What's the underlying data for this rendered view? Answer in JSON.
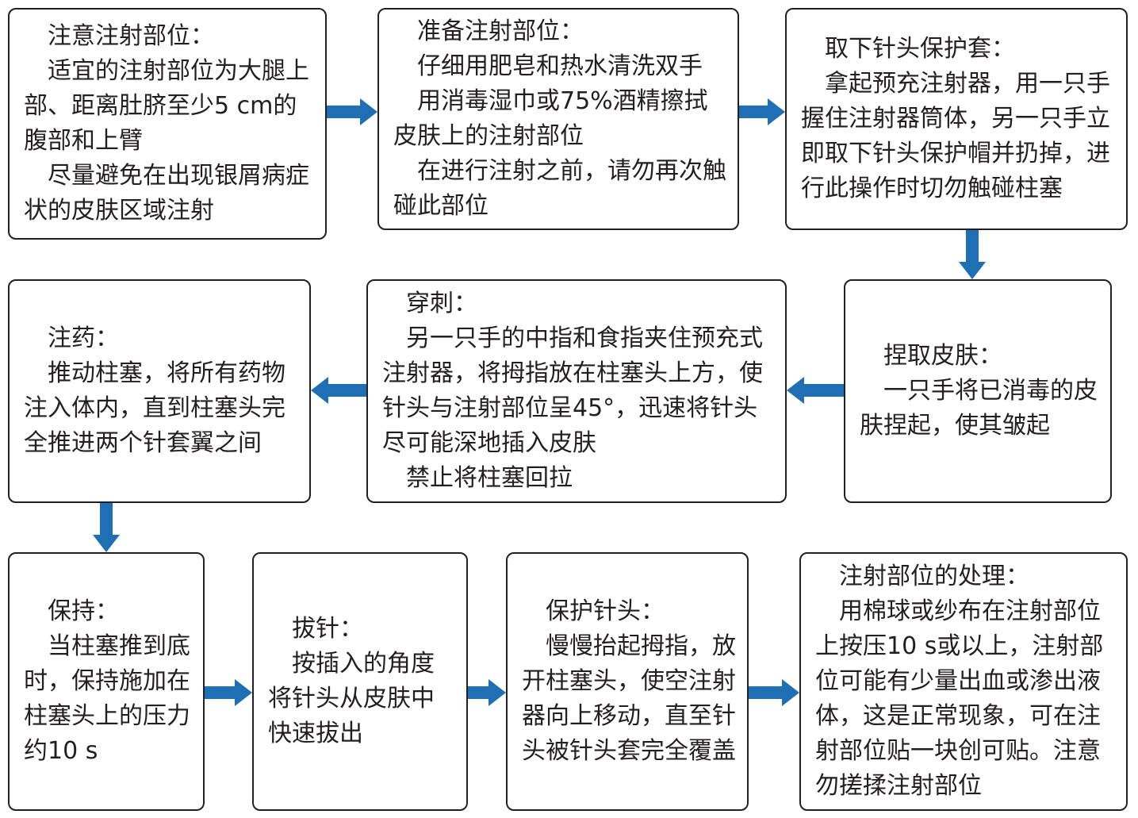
{
  "colors": {
    "arrow": "#1f6fb5",
    "border": "#231f20",
    "text": "#231f20"
  },
  "steps": [
    {
      "title": "注意注射部位：",
      "lines": [
        "适宜的注射部位为大腿上部、距离肚脐至少5 cm的腹部和上臂",
        "尽量避免在出现银屑病症状的皮肤区域注射"
      ]
    },
    {
      "title": "准备注射部位：",
      "lines": [
        "仔细用肥皂和热水清洗双手",
        "用消毒湿巾或75%酒精擦拭皮肤上的注射部位",
        "在进行注射之前，请勿再次触碰此部位"
      ]
    },
    {
      "title": "取下针头保护套：",
      "lines": [
        "拿起预充注射器，用一只手握住注射器筒体，另一只手立即取下针头保护帽并扔掉，进行此操作时切勿触碰柱塞"
      ]
    },
    {
      "title": "捏取皮肤：",
      "lines": [
        "一只手将已消毒的皮肤捏起，使其皱起"
      ]
    },
    {
      "title": "穿刺：",
      "lines": [
        "另一只手的中指和食指夹住预充式注射器，将拇指放在柱塞头上方，使针头与注射部位呈45°，迅速将针头尽可能深地插入皮肤",
        "禁止将柱塞回拉"
      ]
    },
    {
      "title": "注药：",
      "lines": [
        "推动柱塞，将所有药物注入体内，直到柱塞头完全推进两个针套翼之间"
      ]
    },
    {
      "title": "保持：",
      "lines": [
        "当柱塞推到底时，保持施加在柱塞头上的压力约10 s"
      ]
    },
    {
      "title": "拔针：",
      "lines": [
        "按插入的角度将针头从皮肤中快速拔出"
      ]
    },
    {
      "title": "保护针头：",
      "lines": [
        "慢慢抬起拇指，放开柱塞头，使空注射器向上移动，直至针头被针头套完全覆盖"
      ]
    },
    {
      "title": "注射部位的处理：",
      "lines": [
        "用棉球或纱布在注射部位上按压10 s或以上，注射部位可能有少量出血或渗出液体，这是正常现象，可在注射部位贴一块创可贴。注意勿搓揉注射部位"
      ]
    }
  ]
}
